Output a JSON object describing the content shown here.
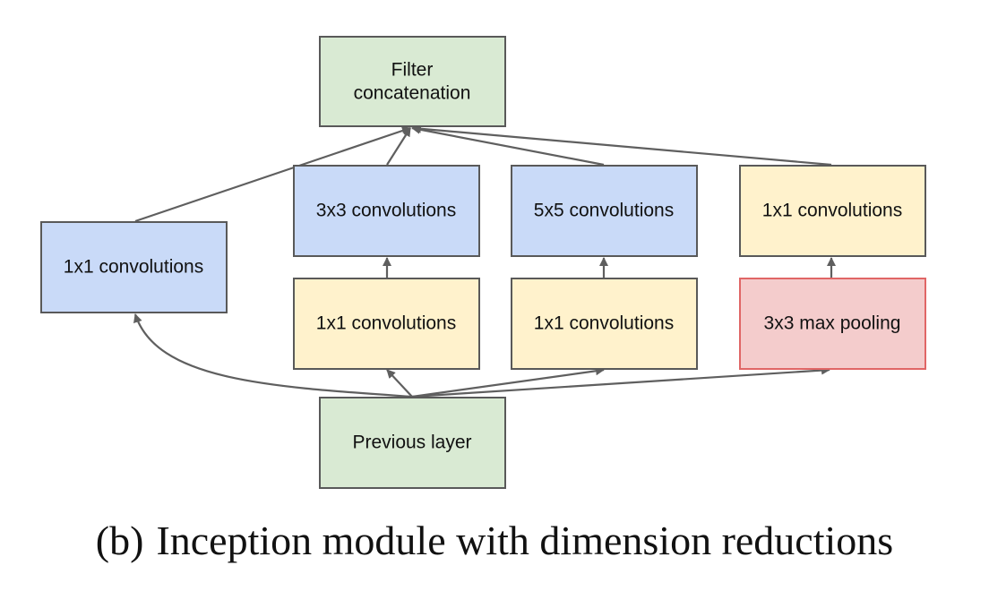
{
  "diagram": {
    "nodes": {
      "filter_concat": {
        "lines": [
          "Filter",
          "concatenation"
        ]
      },
      "conv1x1_left": {
        "lines": [
          "1x1 convolutions"
        ]
      },
      "conv3x3": {
        "lines": [
          "3x3 convolutions"
        ]
      },
      "conv5x5": {
        "lines": [
          "5x5 convolutions"
        ]
      },
      "conv1x1_pool_proj": {
        "lines": [
          "1x1 convolutions"
        ]
      },
      "conv1x1_reduce_3x3": {
        "lines": [
          "1x1 convolutions"
        ]
      },
      "conv1x1_reduce_5x5": {
        "lines": [
          "1x1 convolutions"
        ]
      },
      "maxpool3x3": {
        "lines": [
          "3x3 max pooling"
        ]
      },
      "previous_layer": {
        "lines": [
          "Previous layer"
        ]
      }
    },
    "edges": [
      {
        "from": "previous_layer",
        "to": "conv1x1_left"
      },
      {
        "from": "previous_layer",
        "to": "conv1x1_reduce_3x3"
      },
      {
        "from": "previous_layer",
        "to": "conv1x1_reduce_5x5"
      },
      {
        "from": "previous_layer",
        "to": "maxpool3x3"
      },
      {
        "from": "conv1x1_reduce_3x3",
        "to": "conv3x3"
      },
      {
        "from": "conv1x1_reduce_5x5",
        "to": "conv5x5"
      },
      {
        "from": "maxpool3x3",
        "to": "conv1x1_pool_proj"
      },
      {
        "from": "conv1x1_left",
        "to": "filter_concat"
      },
      {
        "from": "conv3x3",
        "to": "filter_concat"
      },
      {
        "from": "conv5x5",
        "to": "filter_concat"
      },
      {
        "from": "conv1x1_pool_proj",
        "to": "filter_concat"
      }
    ]
  },
  "colors": {
    "green_fill": "#d9ead3",
    "green_stroke": "#595959",
    "blue_fill": "#c9daf8",
    "blue_stroke": "#595959",
    "yellow_fill": "#fff2cc",
    "yellow_stroke": "#595959",
    "red_fill": "#f4cccc",
    "red_stroke": "#e06666",
    "arrow": "#5f5f5f"
  },
  "caption": {
    "tag": "(b)",
    "text": "Inception module with dimension reductions"
  }
}
